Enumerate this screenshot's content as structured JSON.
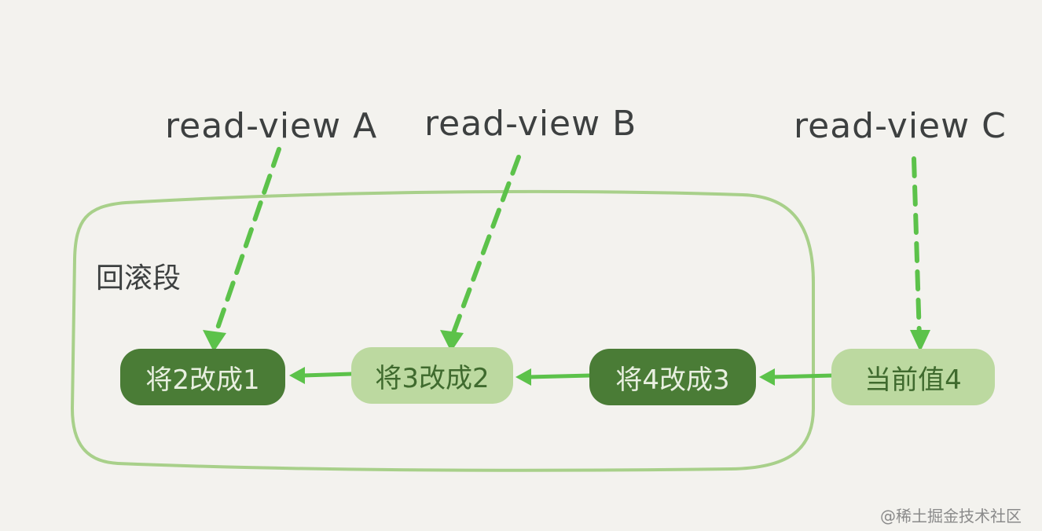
{
  "labels": {
    "view_a": "read-view A",
    "view_b": "read-view B",
    "view_c": "read-view C",
    "rollback_segment": "回滚段"
  },
  "nodes": [
    {
      "text": "将2改成1",
      "style": "dark"
    },
    {
      "text": "将3改成2",
      "style": "light"
    },
    {
      "text": "将4改成3",
      "style": "dark"
    },
    {
      "text": "当前值4",
      "style": "light"
    }
  ],
  "watermark": "@稀土掘金技术社区",
  "colors": {
    "background": "#f3f2ee",
    "node_dark": "#4a7c36",
    "node_light": "#bcd9a0",
    "arrow": "#5cc24a",
    "segment_outline": "#a8d08a",
    "text": "#3d4040"
  }
}
